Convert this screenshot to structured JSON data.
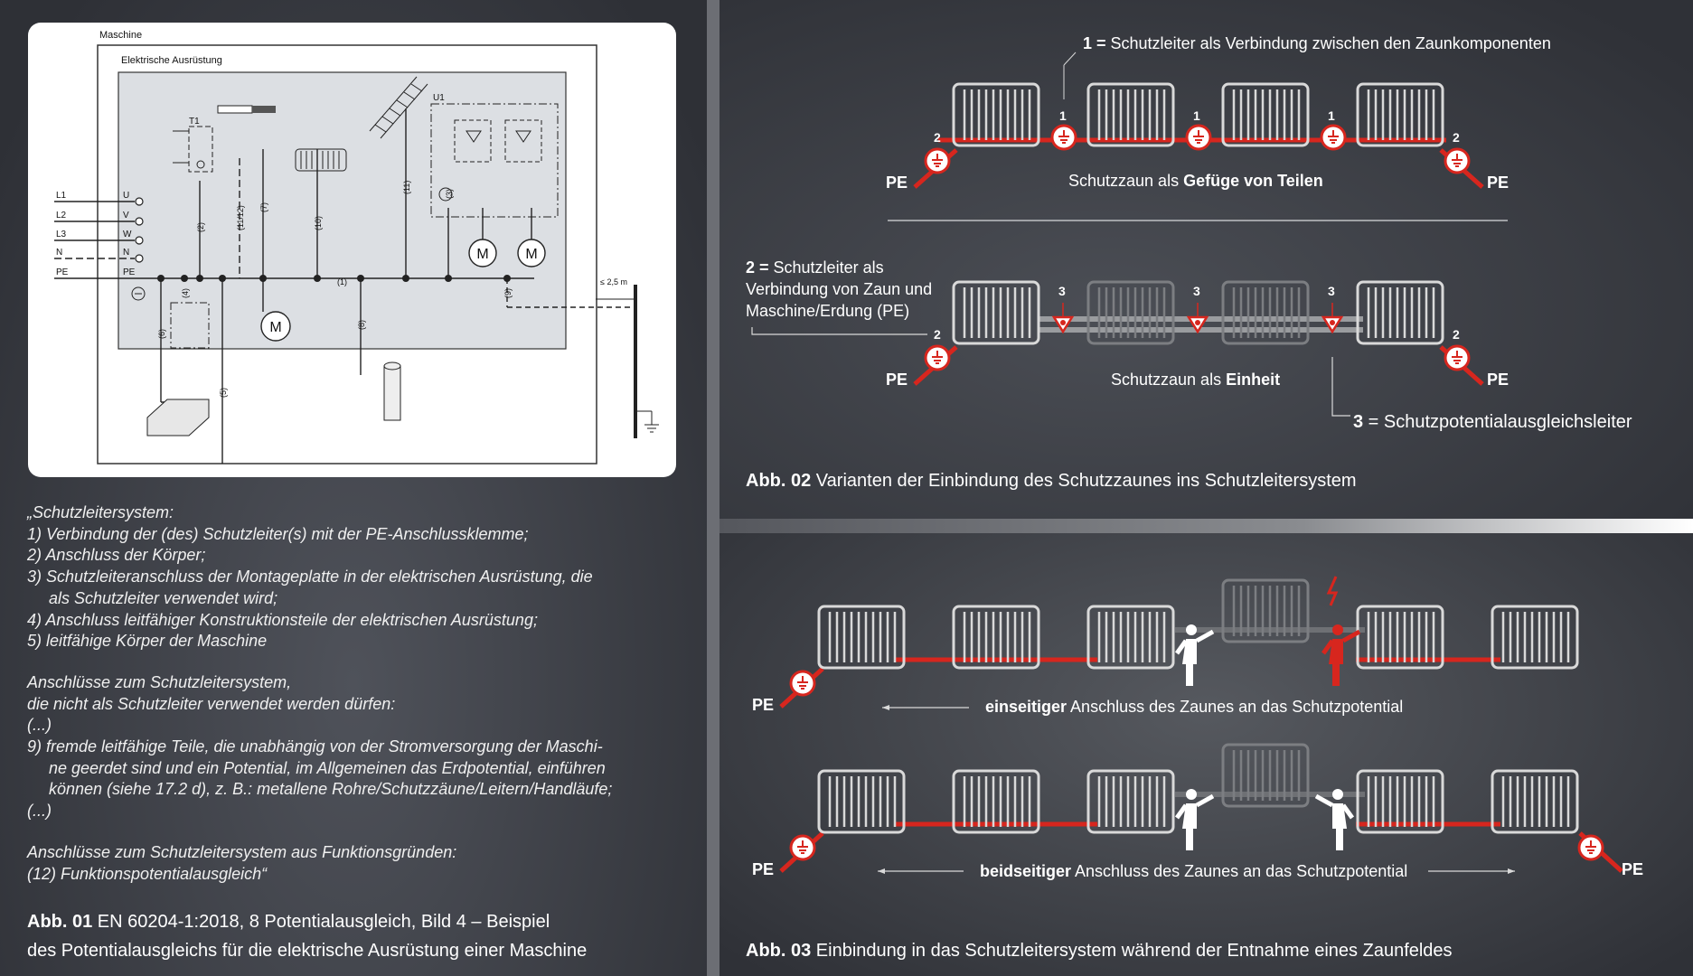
{
  "schematic": {
    "machine_label": "Maschine",
    "equipment_label": "Elektrische Ausrüstung",
    "lines": [
      "L1",
      "L2",
      "L3",
      "N",
      "PE"
    ],
    "terminals": [
      "U",
      "V",
      "W",
      "N",
      "PE"
    ],
    "t1": "T1",
    "u1": "U1",
    "motor": "M",
    "distance": "≤ 2,5 m",
    "conn": {
      "n1": "(1)",
      "n2": "(2)",
      "n3": "(3)",
      "n4": "(4)",
      "n5": "(5)",
      "n6": "(6)",
      "n7": "(7)",
      "n8": "(8)",
      "n9": "(9)",
      "n10": "(10)",
      "n11": "(11)",
      "n1112": "(11/12)"
    }
  },
  "quote": {
    "l1": "„Schutzleitersystem:",
    "l2": "1)  Verbindung der (des) Schutzleiter(s) mit der PE-Anschlussklemme;",
    "l3": "2)  Anschluss der Körper;",
    "l4": "3)  Schutzleiteranschluss der Montageplatte in der elektrischen Ausrüstung, die",
    "l5": "als Schutzleiter verwendet wird;",
    "l6": "4)  Anschluss leitfähiger Konstruktionsteile der elektrischen Ausrüstung;",
    "l7": "5)  leitfähige Körper der Maschine",
    "l8": "Anschlüsse zum Schutzleitersystem,",
    "l9": "die nicht als Schutzleiter verwendet werden dürfen:",
    "l10": "(...)",
    "l11": "9)  fremde leitfähige Teile, die unabhängig von der Stromversorgung der Maschi-",
    "l12": "ne geerdet sind und ein Potential, im Allgemeinen das Erdpotential, einführen",
    "l13": "können (siehe 17.2 d), z. B.: metallene Rohre/Schutzzäune/Leitern/Handläufe;",
    "l14": "(...)",
    "l15": "Anschlüsse zum Schutzleitersystem aus Funktionsgründen:",
    "l16": "(12) Funktionspotentialausgleich“"
  },
  "captions": {
    "abb01_bold": "Abb. 01",
    "abb01_text": " EN 60204-1:2018, 8 Potentialausgleich, Bild 4 – Beispiel",
    "abb01_line2": "des Potentialausgleichs für die elektrische Ausrüstung einer Maschine",
    "abb02_bold": "Abb. 02",
    "abb02_text": " Varianten der Einbindung des Schutzzaunes ins Schutzleitersystem",
    "abb03_bold": "Abb. 03",
    "abb03_text": " Einbindung in das Schutzleitersystem während der Entnahme eines Zaunfeldes"
  },
  "fig2": {
    "legend1_bold": "1 =",
    "legend1_text": " Schutzleiter als Verbindung zwischen den Zaunkomponenten",
    "top_caption_pre": "Schutzzaun als ",
    "top_caption_bold": "Gefüge von Teilen",
    "legend2_bold": "2 =",
    "legend2_l1": " Schutzleiter als",
    "legend2_l2": "Verbindung von Zaun und",
    "legend2_l3": "Maschine/Erdung (PE)",
    "bottom_caption_pre": "Schutzzaun als ",
    "bottom_caption_bold": "Einheit",
    "legend3_bold": "3",
    "legend3_text": " = Schutzpotentialausgleichsleiter",
    "n1": "1",
    "n2": "2",
    "n3": "3",
    "pe": "PE"
  },
  "fig3": {
    "row1_bold": "einseitiger",
    "row1_text": " Anschluss des Zaunes an das Schutzpotential",
    "row2_bold": "beidseitiger",
    "row2_text": " Anschluss des Zaunes an das Schutzpotential",
    "pe": "PE"
  },
  "colors": {
    "accent_red": "#d7261e",
    "background": "#3a3c43",
    "panel_white": "#ffffff"
  }
}
